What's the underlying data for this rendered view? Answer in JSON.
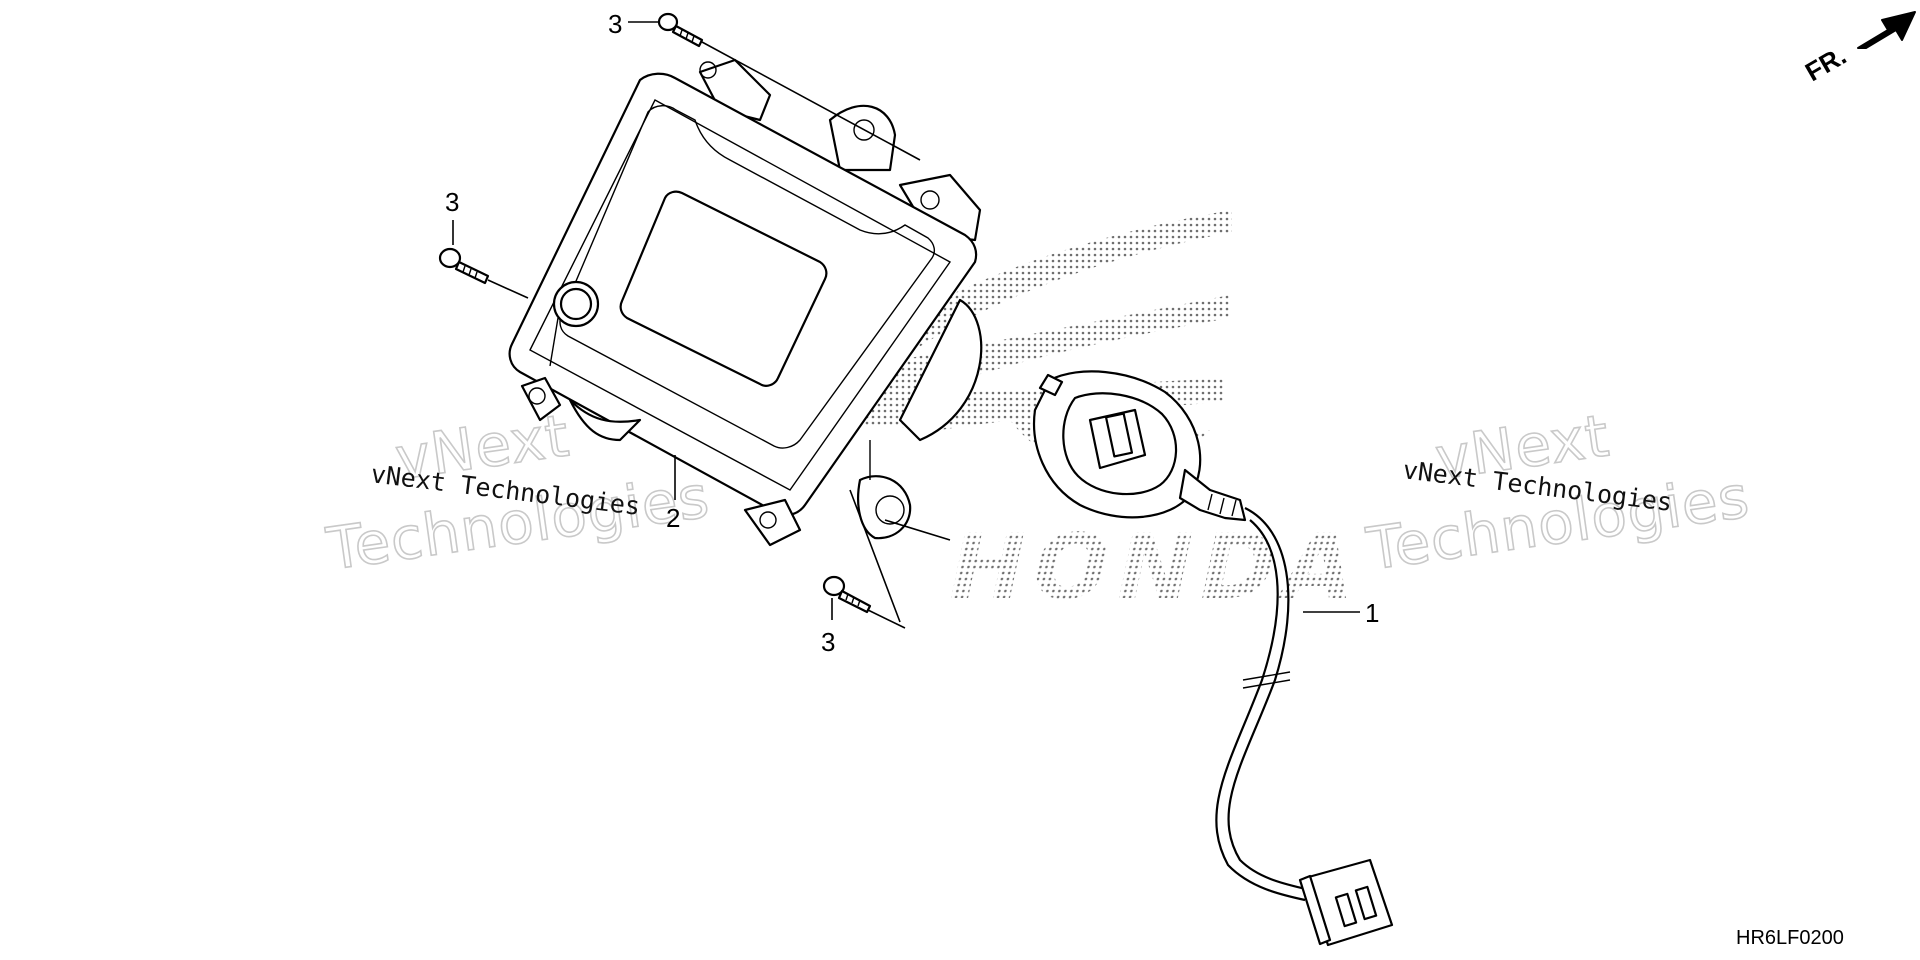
{
  "callouts": {
    "part_1": "1",
    "part_2": "2",
    "part_3_top": "3",
    "part_3_left": "3",
    "part_3_bottom": "3"
  },
  "watermarks": {
    "left_small": "vNext Technologies",
    "left_big_1": "vNext",
    "left_big_2": "Technologies",
    "right_small": "vNext Technologies",
    "right_big_1": "vNext",
    "right_big_2": "Technologies",
    "background_logo": "HONDA"
  },
  "direction_indicator": "FR.",
  "diagram_code": "HR6LF0200",
  "icons": {
    "front_arrow": "front-direction-arrow-icon",
    "logo": "honda-wing-logo"
  }
}
